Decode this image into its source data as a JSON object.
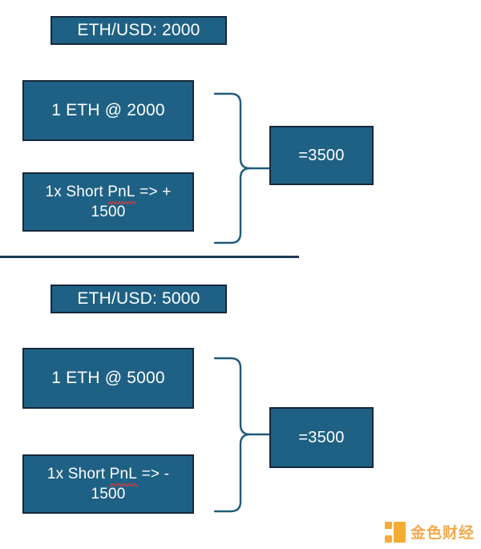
{
  "diagram": {
    "title_implicit": "ETH collateral plus 1x short hedge payoff",
    "colors": {
      "box_fill": "#1F6184",
      "box_border": "#16283C",
      "box_text": "#FFFFFF",
      "brace_stroke": "#1F5B7A",
      "divider": "#1D3B55",
      "watermark_orange": "#F5A623",
      "spellcheck_red": "#E03A3A",
      "background": "#FFFFFF"
    },
    "sections": [
      {
        "id": "scenario-low-price",
        "header": "ETH/USD: 2000",
        "items": [
          {
            "id": "asset",
            "text": "1 ETH @ 2000"
          },
          {
            "id": "pnl",
            "prefix": "1x Short ",
            "misspelled": "PnL",
            "suffix": " => +\n1500",
            "full_text": "1x Short PnL => + 1500"
          }
        ],
        "result": "=3500"
      },
      {
        "id": "scenario-high-price",
        "header": "ETH/USD: 5000",
        "items": [
          {
            "id": "asset",
            "text": "1 ETH @ 5000"
          },
          {
            "id": "pnl",
            "prefix": "1x Short ",
            "misspelled": "PnL",
            "suffix": " => -\n1500",
            "full_text": "1x Short PnL => - 1500"
          }
        ],
        "result": "=3500"
      }
    ]
  },
  "watermark": {
    "text": "金色财经",
    "logo_name": "jinse-finance-logo"
  }
}
